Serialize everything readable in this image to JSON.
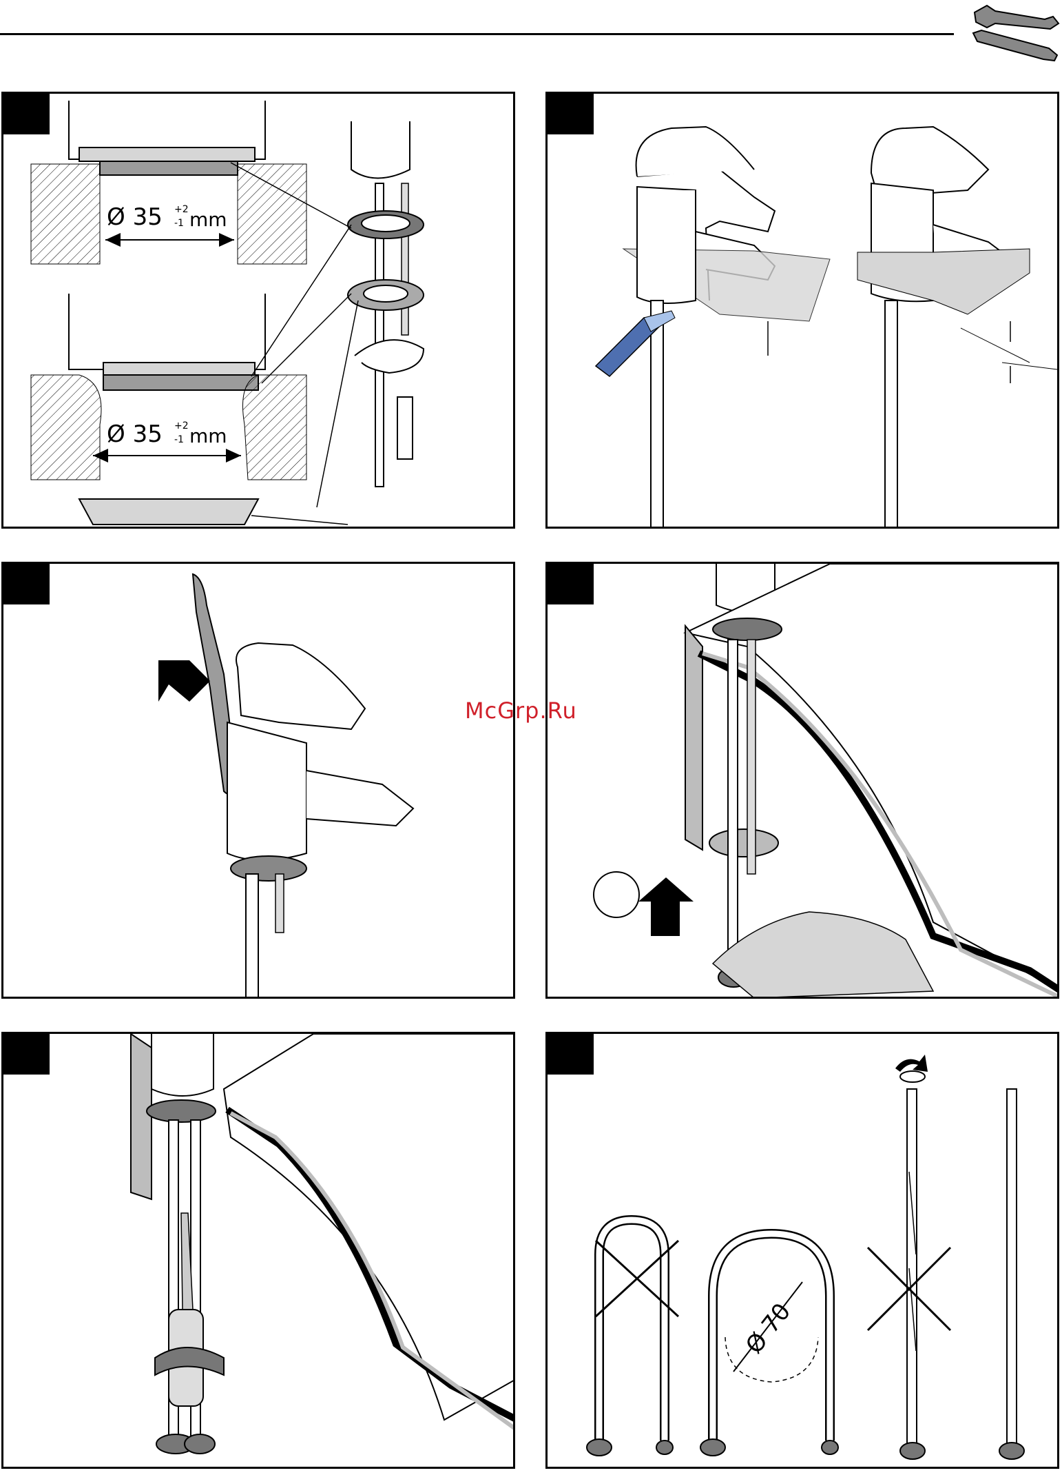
{
  "header": {
    "tool_icon": "wrench-screwdriver-icon"
  },
  "watermark": "McGrp.Ru",
  "panels": {
    "p1": {
      "dim_top": "Ø 35",
      "dim_bottom": "Ø 35",
      "tol_plus": "+2",
      "tol_minus": "-1",
      "unit": "mm"
    },
    "p6": {
      "bend_label": "Ø 70"
    }
  },
  "colors": {
    "line": "#000000",
    "gray": "#bdbdbd",
    "blue": "#4e6fb0",
    "lightblue": "#a9c3ea"
  }
}
